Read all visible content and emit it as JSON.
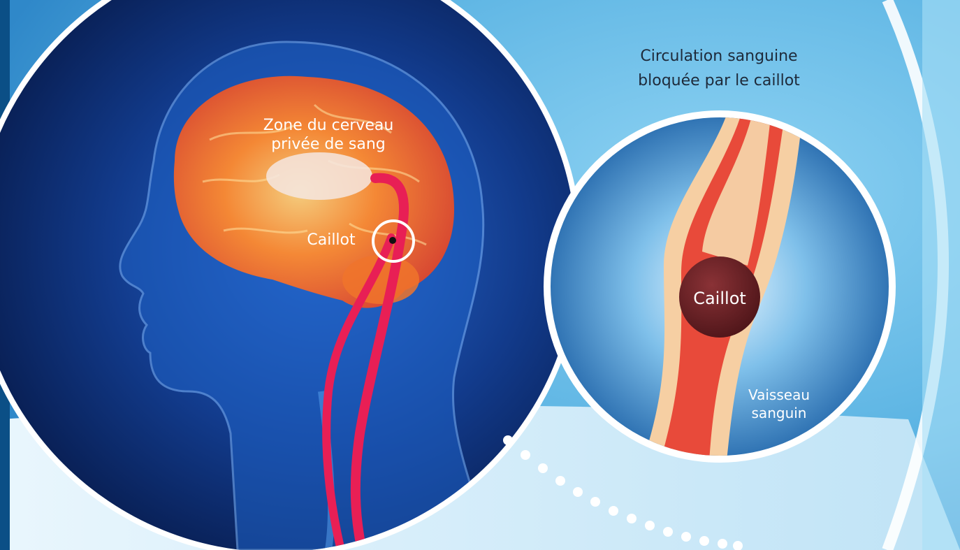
{
  "labels": {
    "deprived_zone_line1": "Zone du cerveau",
    "deprived_zone_line2": "privée de sang",
    "clot_head": "Caillot",
    "blocked_flow_line1": "Circulation sanguine",
    "blocked_flow_line2": "bloquée par le caillot",
    "clot_zoom": "Caillot",
    "vessel_line1": "Vaisseau",
    "vessel_line2": "sanguin"
  },
  "colors": {
    "background_left": "#0d4f8f",
    "background_right": "#6fc1ea",
    "head_scene": "#0f2a6e",
    "brain_glow": "#f47a2a",
    "artery": "#e8204f",
    "vessel_wall": "#f6cfa3",
    "vessel_inner": "#e84a3a",
    "clot": "#6b2226"
  }
}
